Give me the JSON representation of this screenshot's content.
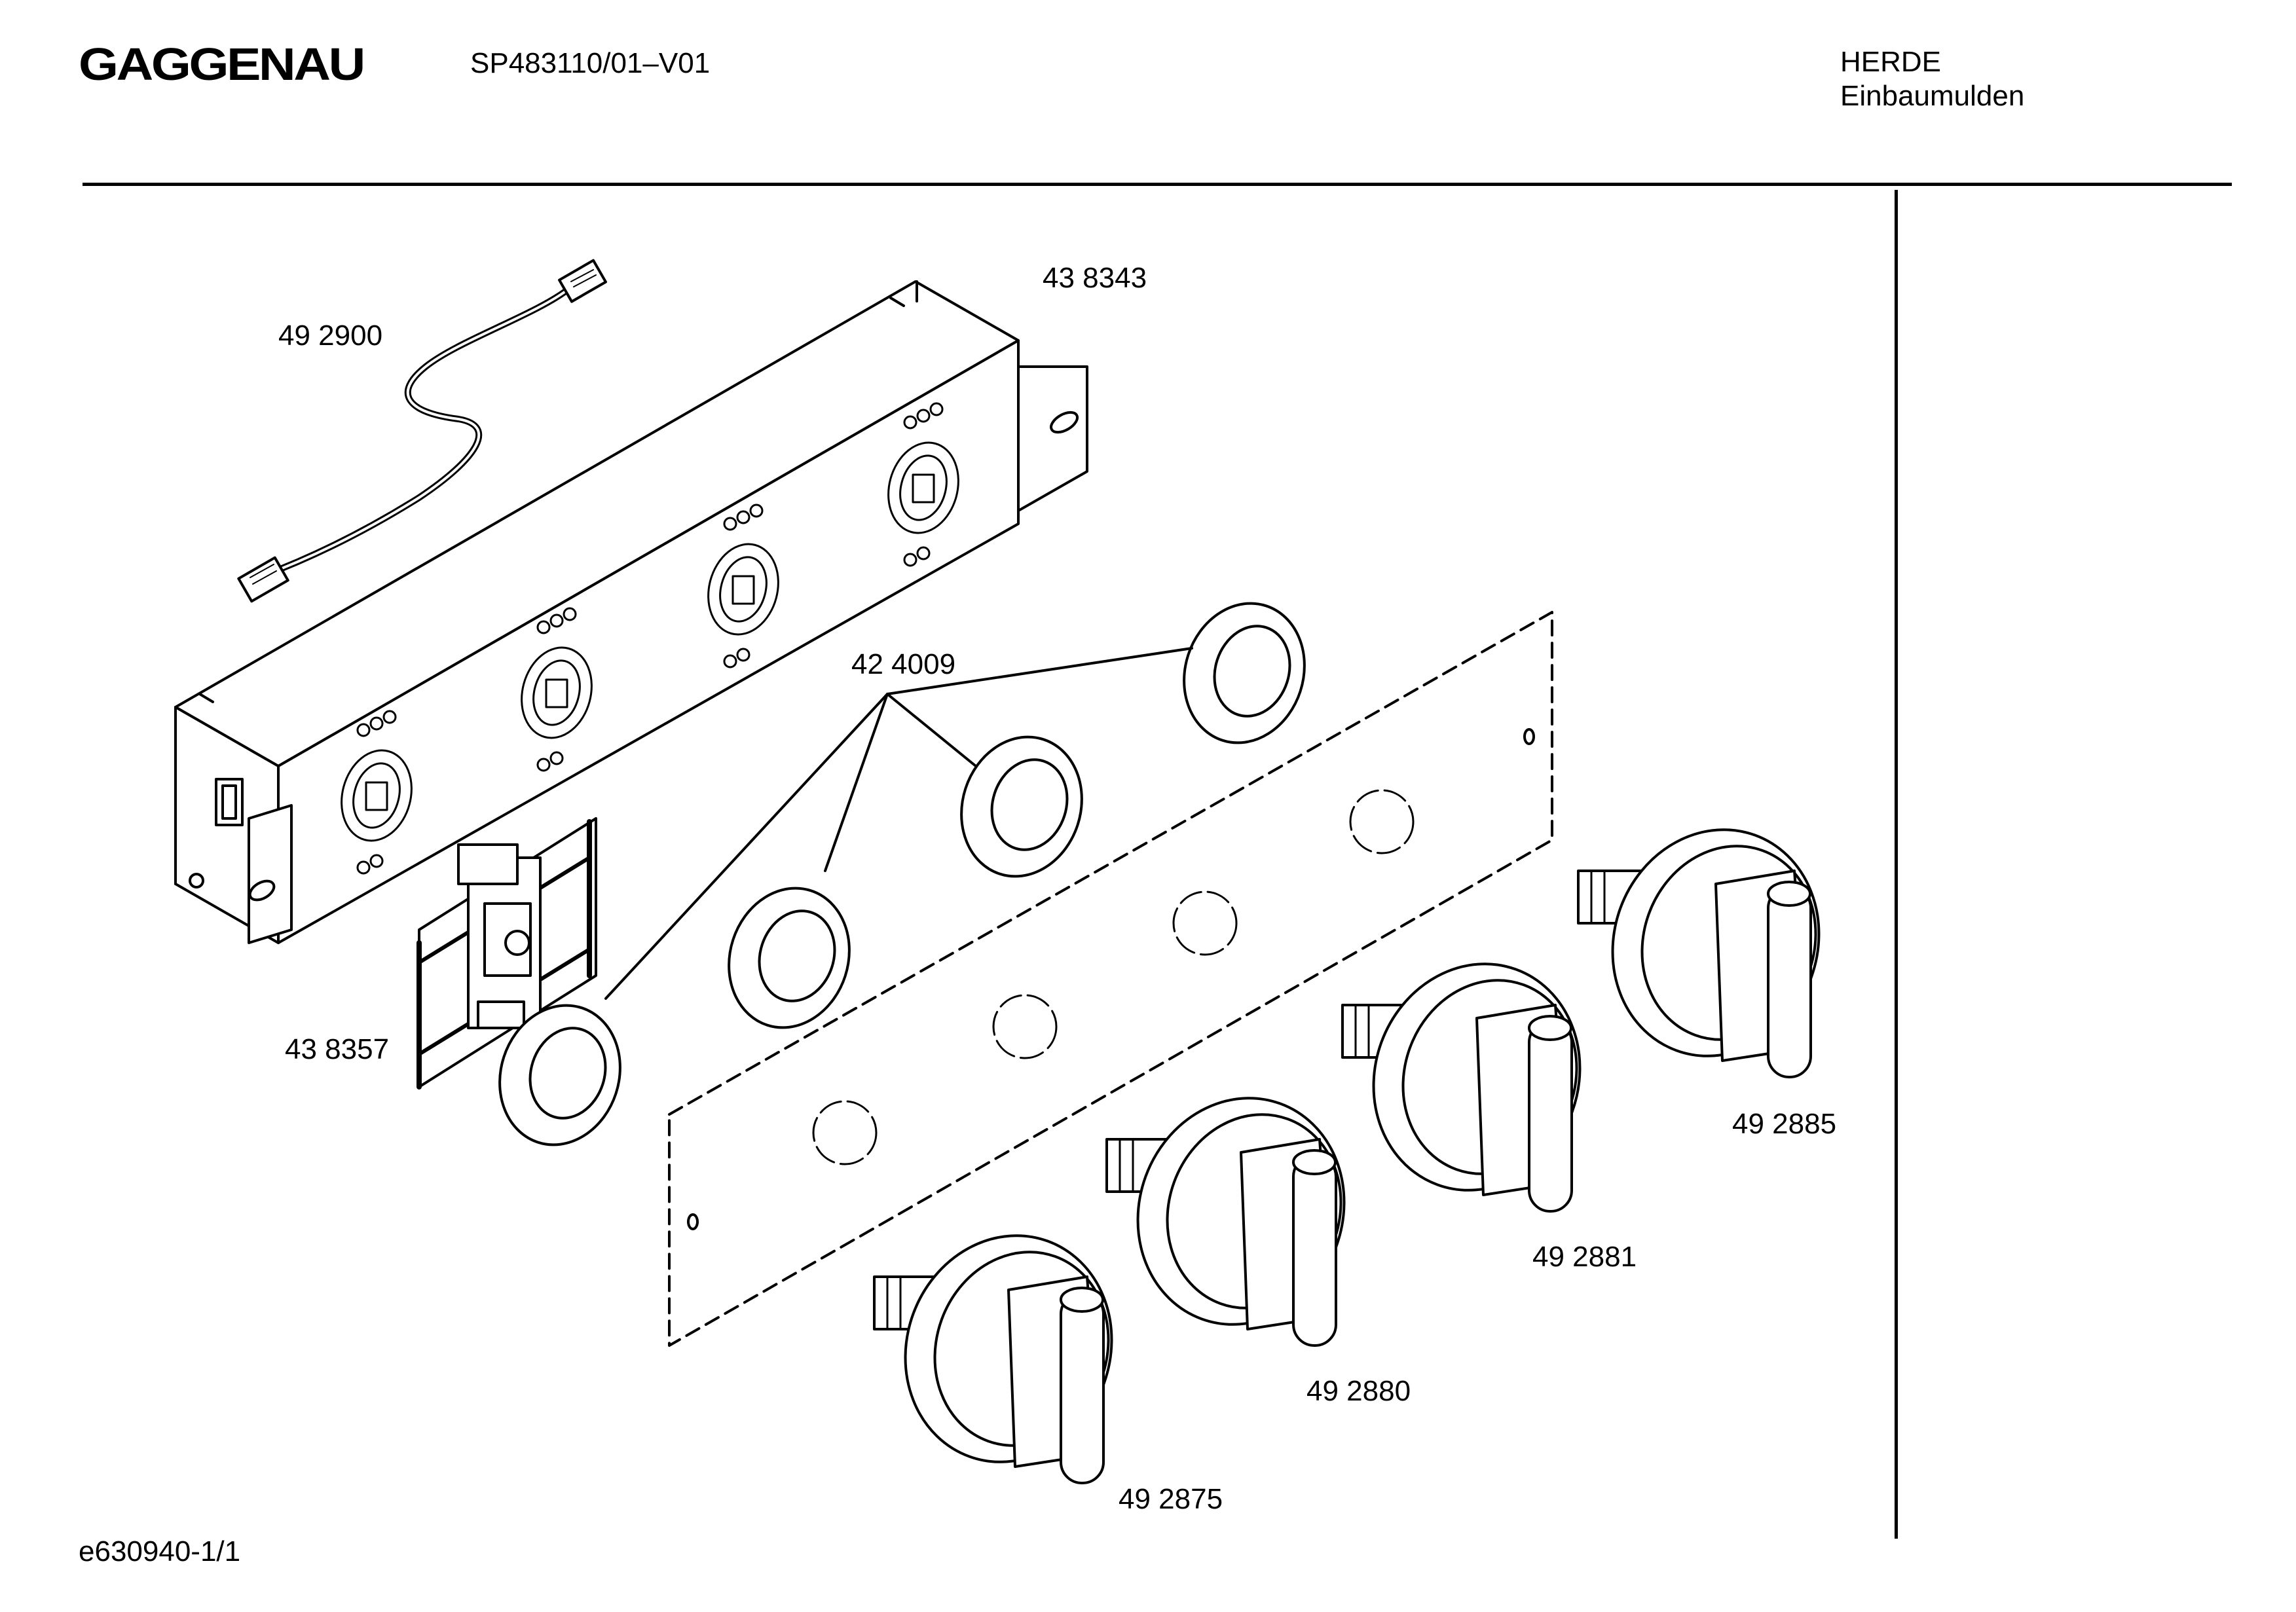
{
  "header": {
    "brand": "GAGGENAU",
    "model": "SP483110/01–V01",
    "category_line1": "HERDE",
    "category_line2": "Einbaumulden"
  },
  "footer": {
    "drawing_code": "e630940-1/1"
  },
  "parts": {
    "cable": "49 2900",
    "frame": "43 8343",
    "rings": "42 4009",
    "switch": "43 8357",
    "knob_1": "49 2875",
    "knob_2": "49 2880",
    "knob_3": "49 2881",
    "knob_4": "49 2885"
  }
}
